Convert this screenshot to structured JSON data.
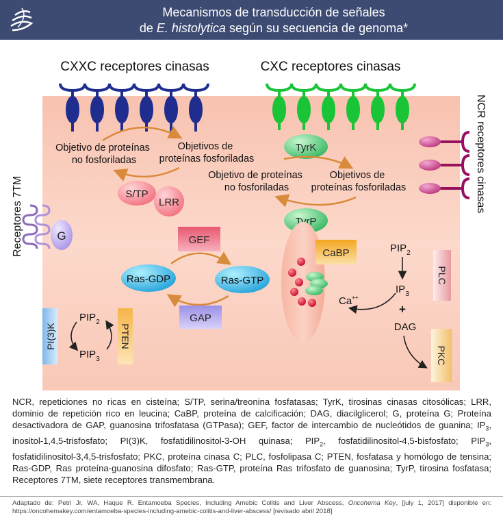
{
  "header": {
    "title_line1": "Mecanismos de transducción de señales",
    "title_line2_prefix": "de ",
    "title_line2_species": "E. histolytica",
    "title_line2_suffix": " según su secuencia de genoma*",
    "logo_icon": "helix-logo-icon"
  },
  "receptors": {
    "cxxc_label": "CXXC receptores cinasas",
    "cxc_label": "CXC receptores cinasas",
    "ncr_label": "NCR receptores cinasas",
    "r7tm_label": "Receptores 7TM"
  },
  "left_cycle": {
    "unphos": [
      "Objetivo de proteínas",
      "no fosforiladas"
    ],
    "phos": [
      "Objetivos de",
      "proteínas fosforiladas"
    ],
    "stp": "S/TP",
    "lrr": "LRR"
  },
  "right_cycle": {
    "tyrk": "TyrK",
    "unphos": [
      "Objetivo de proteínas",
      "no fosforiladas"
    ],
    "phos": [
      "Objetivos de",
      "proteínas fosforiladas"
    ],
    "tyrp": "TyrP"
  },
  "g_protein": "G",
  "ras": {
    "gef": "GEF",
    "gdp": "Ras-GDP",
    "gtp": "Ras-GTP",
    "gap": "GAP"
  },
  "pi3k": {
    "kinase": "PI(3)K",
    "pip2": "PIP",
    "pip2_sub": "2",
    "pip3": "PIP",
    "pip3_sub": "3",
    "pten": "PTEN"
  },
  "calcium": {
    "cabp": "CaBP",
    "ca": "Ca",
    "ca_sup": "++"
  },
  "plc": {
    "pip2": "PIP",
    "pip2_sub": "2",
    "ip3": "IP",
    "ip3_sub": "3",
    "plus": "+",
    "dag": "DAG",
    "plc": "PLC",
    "pkc": "PKC"
  },
  "caption": {
    "p1": "NCR, repeticiones no ricas en cisteína; S/TP, serina/treonina fosfatasas; TyrK, tirosinas cinasas citosólicas; LRR, dominio de repetición rico en leucina; CaBP, proteína de calcificación; DAG, diacilglicerol; G, proteína G; Proteína desactivadora de GAP, guanosina trifosfatasa (GTPasa); GEF, factor de intercambio de nucleótidos de guanina; IP",
    "sub1": "3",
    "p2": ", inositol-1,4,5-trisfosfato; PI(3)K, fosfatidilinositol-3-OH quinasa; PIP",
    "sub2": "2",
    "p3": ", fosfatidilinositol-4,5-bisfosfato; PIP",
    "sub3": "3",
    "p4": ", fosfatidilinositol-3,4,5-trisfosfato; PKC, proteína cinasa C; PLC, fosfolipasa C; PTEN, fosfatasa y homólogo de tensina; Ras-GDP, Ras proteína-guanosina difosfato; Ras-GTP, proteína Ras trifosfato de guanosina; TyrP, tirosina fosfatasa; Receptores 7TM, siete receptores transmembrana."
  },
  "credit": {
    "c1": "Adaptado de: Petri Jr. WA, Haque R. Entamoeba Species, Including Amebic Colitis and Liver Abscess, ",
    "journal": "Oncohema Key",
    "c2": ", [july 1, 2017] disponible en: https://oncohemakey.com/entamoeba-species-including-amebic-colitis-and-liver-abscess/ [revisado abril 2018]"
  },
  "colors": {
    "header": "#3d4a72",
    "cell": "#fbd3c4",
    "cxxc": "#1f2d8f",
    "cxc": "#19c437",
    "ncr": "#98105e",
    "arrow": "#d98a3a"
  }
}
